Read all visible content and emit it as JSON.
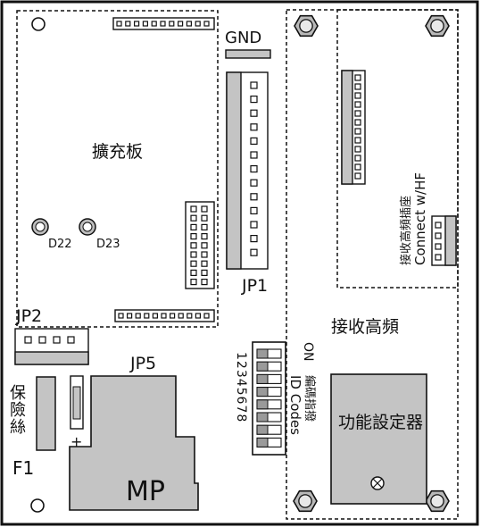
{
  "labels": {
    "gnd": "GND",
    "expansion_board": "擴充板",
    "d22": "D22",
    "d23": "D23",
    "jp1": "JP1",
    "jp2": "JP2",
    "jp5": "JP5",
    "fuse_cn": "保險絲",
    "f1": "F1",
    "plus": "+",
    "mp": "MP",
    "rx_hf_socket_cn": "接收高頻插座",
    "connect_hf": "Connect w/HF",
    "rx_hf": "接收高頻",
    "on": "ON",
    "dip_numbers": "12345678",
    "code_switch_cn": "編碼指撥",
    "id_codes": "ID Codes",
    "function_setter": "功能設定器"
  },
  "colors": {
    "outline": "#111111",
    "connector_gray": "#c4c4c4",
    "connector_dark": "#9a9a9a",
    "standoff_fill": "#b9b9b9"
  }
}
